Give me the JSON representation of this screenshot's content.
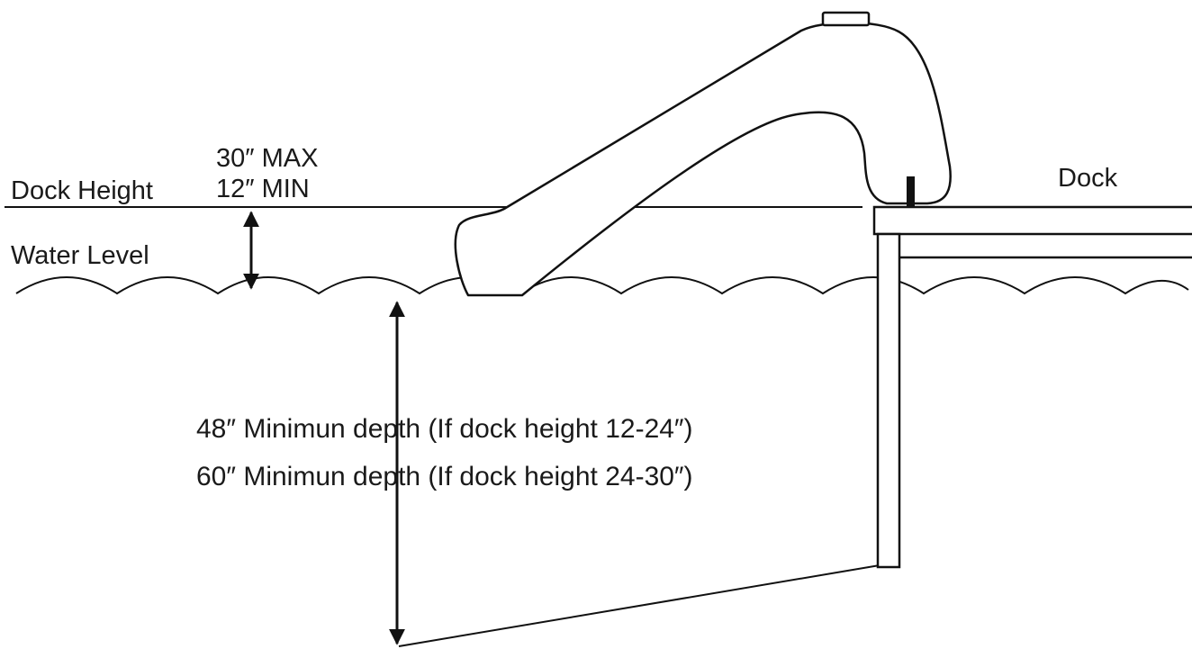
{
  "labels": {
    "dock_height": "Dock Height",
    "water_level": "Water Level",
    "height_max": "30″ MAX",
    "height_min": "12″ MIN",
    "dock": "Dock",
    "depth_rule_1": "48″ Minimun depth (If dock height 12-24″)",
    "depth_rule_2": "60″ Minimun depth (If dock height 24-30″)"
  },
  "colors": {
    "line": "#111111",
    "background": "#ffffff"
  }
}
